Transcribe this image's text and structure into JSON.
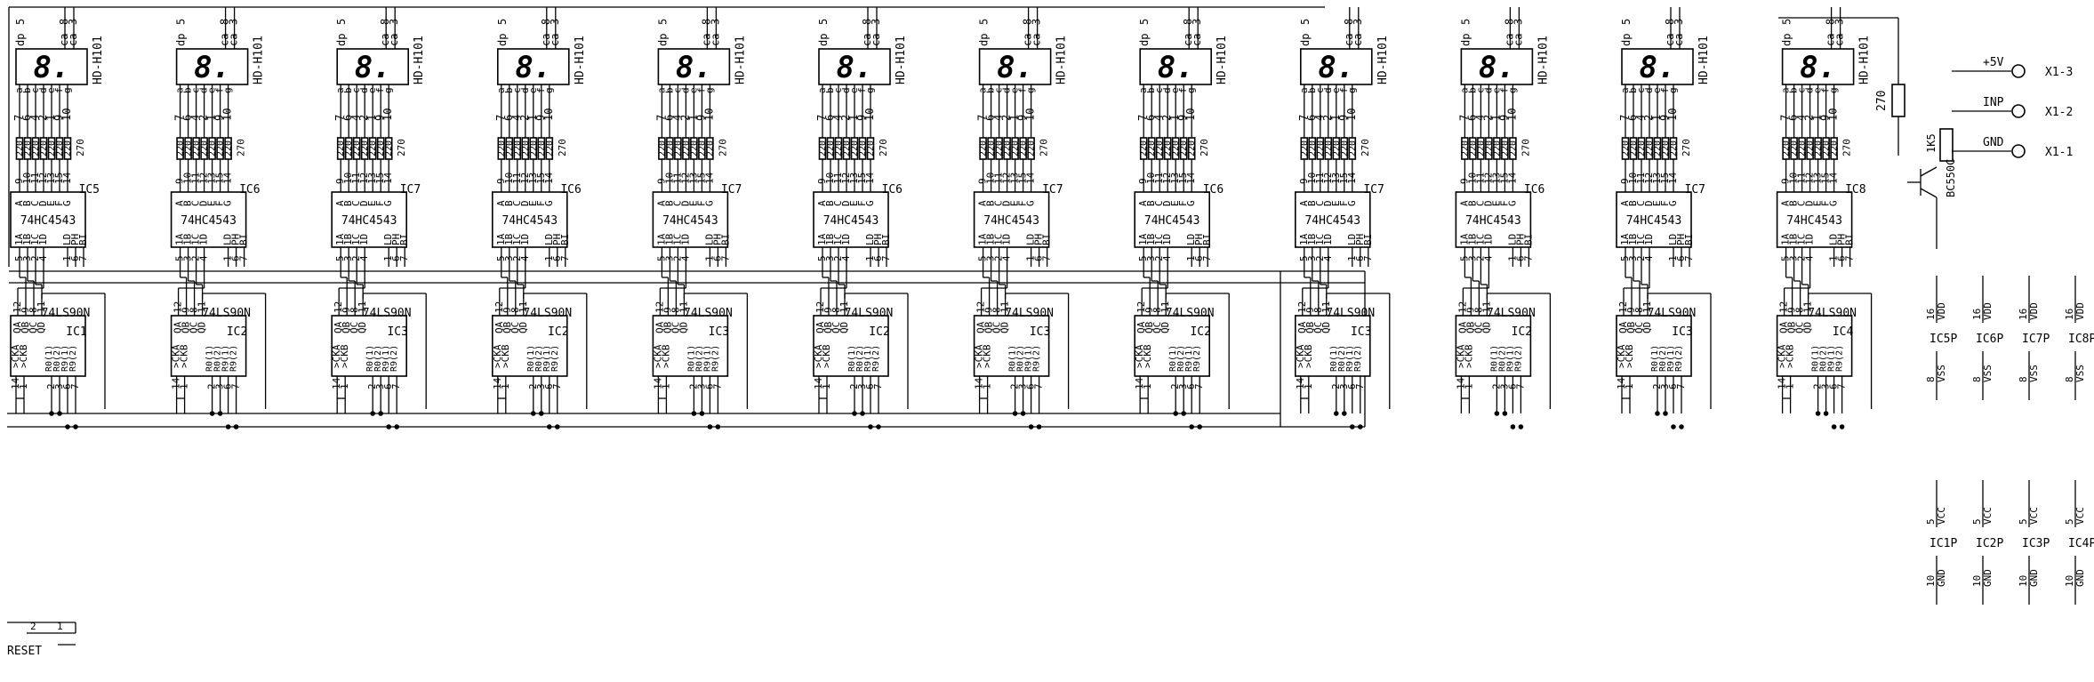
{
  "units": [
    {
      "decoder": "IC5",
      "counter": "IC1"
    },
    {
      "decoder": "IC6",
      "counter": "IC2"
    },
    {
      "decoder": "IC7",
      "counter": "IC3"
    },
    {
      "decoder": "IC6",
      "counter": "IC2"
    },
    {
      "decoder": "IC7",
      "counter": "IC3"
    },
    {
      "decoder": "IC6",
      "counter": "IC2"
    },
    {
      "decoder": "IC7",
      "counter": "IC3"
    },
    {
      "decoder": "IC6",
      "counter": "IC2"
    },
    {
      "decoder": "IC7",
      "counter": "IC3"
    },
    {
      "decoder": "IC6",
      "counter": "IC2"
    },
    {
      "decoder": "IC7",
      "counter": "IC3"
    },
    {
      "decoder": "IC8",
      "counter": "IC4"
    }
  ],
  "display": {
    "part": "HD-H101",
    "digit": "8.",
    "top_pins": [
      "5",
      "dp",
      "ca",
      "ca",
      "8",
      "3"
    ],
    "seg_letters": [
      "a",
      "b",
      "c",
      "d",
      "e",
      "f",
      "g"
    ],
    "seg_pins": [
      "7",
      "6",
      "4",
      "2",
      "1",
      "9",
      "10"
    ]
  },
  "resistor": {
    "value": "220",
    "end_value": "270"
  },
  "decoder": {
    "part": "74HC4543",
    "top_pins": [
      "9",
      "10",
      "11",
      "12",
      "13",
      "15",
      "14"
    ],
    "top_labels": [
      "A",
      "B",
      "C",
      "D",
      "E",
      "F",
      "G"
    ],
    "bottom_labels": [
      "1A",
      "1B",
      "1C",
      "1D",
      "LD",
      "PH",
      "BI"
    ],
    "bottom_pins": [
      "5",
      "3",
      "2",
      "4",
      "1",
      "6",
      "7"
    ]
  },
  "counter": {
    "part": "74LS90N",
    "top_pins": [
      "12",
      "9",
      "8",
      "11"
    ],
    "top_labels": [
      "QA",
      "QB",
      "QC",
      "QD"
    ],
    "clock_labels": [
      "CKA",
      "CKB"
    ],
    "reset_labels": [
      "R0(1)",
      "R0(2)",
      "R9(1)",
      "R9(2)"
    ],
    "bottom_pins": [
      "14",
      "1",
      "2",
      "3",
      "6",
      "7"
    ]
  },
  "transistor": {
    "resistor_top": "270",
    "resistor_base": "1K5",
    "part": "BC550C"
  },
  "connectors": [
    {
      "label": "+5V",
      "ref": "X1-3"
    },
    {
      "label": "INP",
      "ref": "X1-2"
    },
    {
      "label": "GND",
      "ref": "X1-1"
    }
  ],
  "power_hc": {
    "labels": [
      "IC5P",
      "IC6P",
      "IC7P",
      "IC8P"
    ],
    "top_pin": "16",
    "top_net": "VDD",
    "bottom_pin": "8",
    "bottom_net": "VSS"
  },
  "power_ls": {
    "labels": [
      "IC1P",
      "IC2P",
      "IC3P",
      "IC4P"
    ],
    "top_pin": "5",
    "top_net": "VCC",
    "bottom_pin": "10",
    "bottom_net": "GND"
  },
  "reset": {
    "label": "RESET",
    "pin_left": "2",
    "pin_right": "1"
  }
}
